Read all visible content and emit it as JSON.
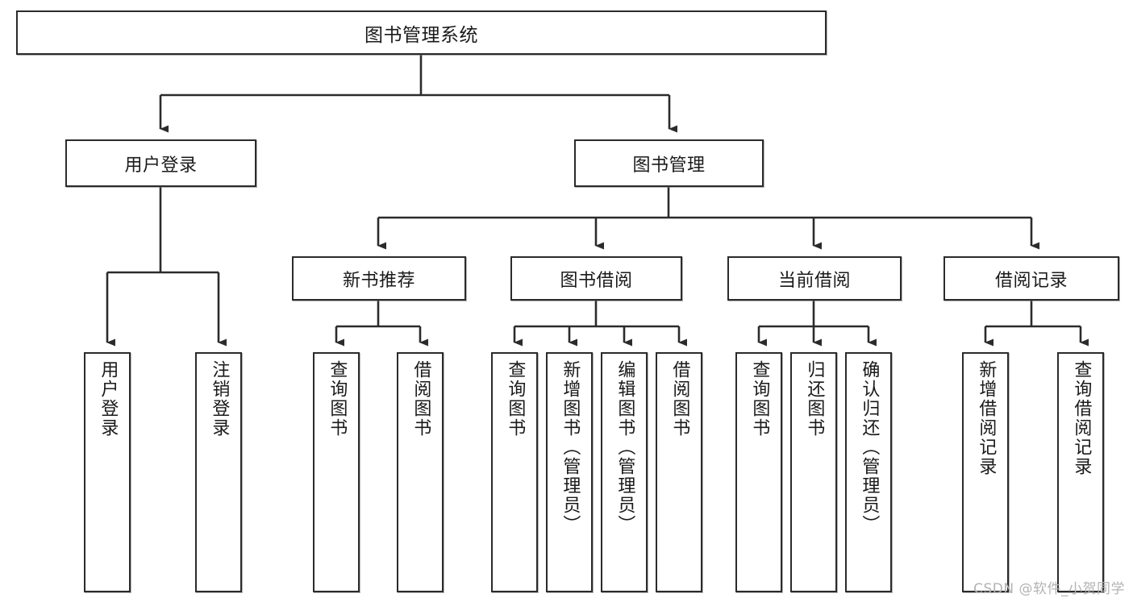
{
  "diagram": {
    "type": "tree-hierarchy",
    "title": "图书管理系统",
    "watermark": "CSDN @软件_小贺同学",
    "colors": {
      "box_border": "#2b2b2b",
      "box_fill": "#ffffff",
      "connector": "#2b2b2b",
      "watermark": "#b3b3b3",
      "background": "#ffffff"
    }
  },
  "nodes": {
    "root": {
      "label": "图书管理系统"
    },
    "level2": [
      {
        "label": "用户登录"
      },
      {
        "label": "图书管理"
      }
    ],
    "level3": [
      {
        "label": "新书推荐"
      },
      {
        "label": "图书借阅"
      },
      {
        "label": "当前借阅"
      },
      {
        "label": "借阅记录"
      }
    ],
    "leaves": {
      "user_login": [
        {
          "label": "用户登录"
        },
        {
          "label": "注销登录"
        }
      ],
      "new_book_recommend": [
        {
          "label": "查询图书"
        },
        {
          "label": "借阅图书"
        }
      ],
      "book_borrow": [
        {
          "label": "查询图书"
        },
        {
          "label": "新增图书（管理员）"
        },
        {
          "label": "编辑图书（管理员）"
        },
        {
          "label": "借阅图书"
        }
      ],
      "current_borrow": [
        {
          "label": "查询图书"
        },
        {
          "label": "归还图书"
        },
        {
          "label": "确认归还（管理员）"
        }
      ],
      "borrow_record": [
        {
          "label": "新增借阅记录"
        },
        {
          "label": "查询借阅记录"
        }
      ]
    }
  }
}
